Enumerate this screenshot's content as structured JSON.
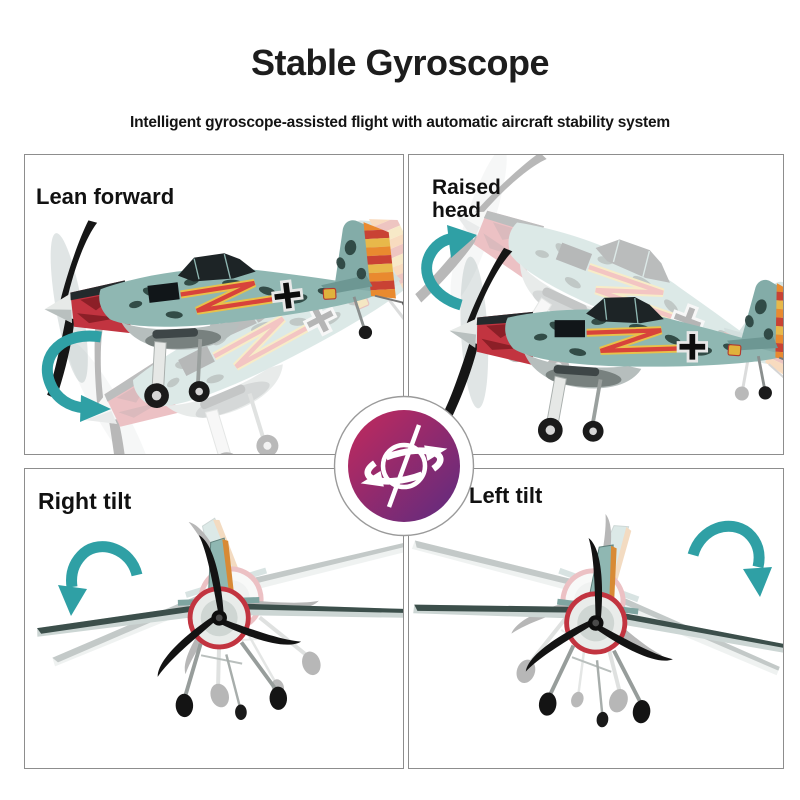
{
  "header": {
    "title": "Stable Gyroscope",
    "subtitle": "Intelligent gyroscope-assisted flight with automatic aircraft stability system"
  },
  "panels": {
    "lean_forward": {
      "label": "Lean forward",
      "arrow_icon": "curved-rotation-arrow-down"
    },
    "raised_head": {
      "label": "Raised head",
      "arrow_icon": "curved-rotation-arrow-up"
    },
    "right_tilt": {
      "label": "Right tilt",
      "arrow_icon": "curved-roll-arrow-left"
    },
    "left_tilt": {
      "label": "Left tilt",
      "arrow_icon": "curved-roll-arrow-right"
    }
  },
  "center_icon": {
    "name": "gyroscope-icon",
    "gradient_start": "#c32a5c",
    "gradient_end": "#5d2b80"
  },
  "colors": {
    "arrow": "#2fa0a5",
    "panel_border": "#8d8d8d",
    "text": "#1d1d1d",
    "background": "#ffffff"
  }
}
